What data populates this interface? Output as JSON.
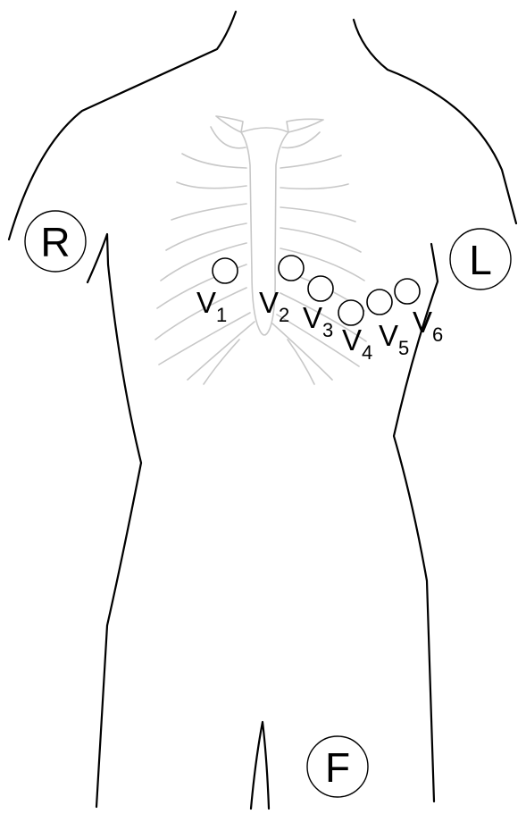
{
  "limb_electrodes": {
    "right_arm": "R",
    "left_arm": "L",
    "foot": "F"
  },
  "chest_leads": [
    {
      "letter": "V",
      "index": "1"
    },
    {
      "letter": "V",
      "index": "2"
    },
    {
      "letter": "V",
      "index": "3"
    },
    {
      "letter": "V",
      "index": "4"
    },
    {
      "letter": "V",
      "index": "5"
    },
    {
      "letter": "V",
      "index": "6"
    }
  ]
}
